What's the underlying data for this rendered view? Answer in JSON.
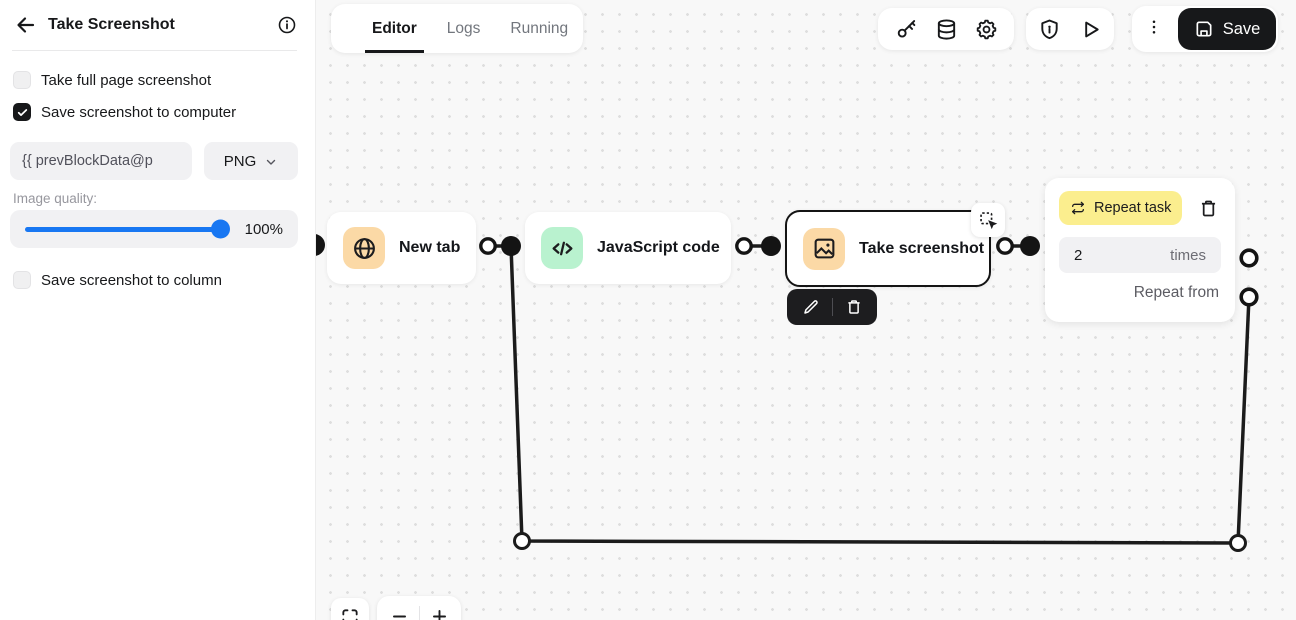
{
  "sidebar": {
    "title": "Take Screenshot",
    "options": [
      {
        "label": "Take full page screenshot",
        "checked": false
      },
      {
        "label": "Save screenshot to computer",
        "checked": true
      }
    ],
    "filename_input": {
      "value": "{{ prevBlockData@p"
    },
    "format_select": {
      "value": "PNG"
    },
    "image_quality": {
      "label": "Image quality:",
      "value": "100%",
      "percent": 100
    },
    "column_option": {
      "label": "Save screenshot to column",
      "checked": false
    }
  },
  "topbar": {
    "tabs": [
      {
        "label": "Editor",
        "active": true
      },
      {
        "label": "Logs",
        "active": false
      },
      {
        "label": "Running",
        "active": false
      }
    ],
    "tool_icons": [
      "key-icon",
      "database-icon",
      "gear-icon",
      "shield-keyhole-icon",
      "play-icon",
      "kebab-menu-icon"
    ],
    "save_button": {
      "label": "Save",
      "icon": "floppy-icon"
    }
  },
  "canvas": {
    "blocks": [
      {
        "id": "new-tab",
        "label": "New tab",
        "icon": "globe-icon",
        "icon_bg": "#fbd9a6",
        "selected": false
      },
      {
        "id": "javascript-code",
        "label": "JavaScript code",
        "icon": "code-icon",
        "icon_bg": "#b9f2cf",
        "selected": false
      },
      {
        "id": "take-screenshot",
        "label": "Take screenshot",
        "icon": "image-icon",
        "icon_bg": "#fbd9a6",
        "selected": true
      }
    ],
    "repeat_block": {
      "title": "Repeat task",
      "icon": "repeat-icon",
      "times_value": "2",
      "times_label": "times",
      "repeat_from_label": "Repeat from"
    },
    "block_toolbar": [
      "edit-icon",
      "delete-icon"
    ]
  },
  "colors": {
    "accent_blue": "#1877f2",
    "block_orange": "#fbd9a6",
    "block_green": "#b9f2cf",
    "repeat_yellow": "#fbee8e",
    "dark": "#17181a",
    "canvas_bg": "#f8f8f8"
  }
}
